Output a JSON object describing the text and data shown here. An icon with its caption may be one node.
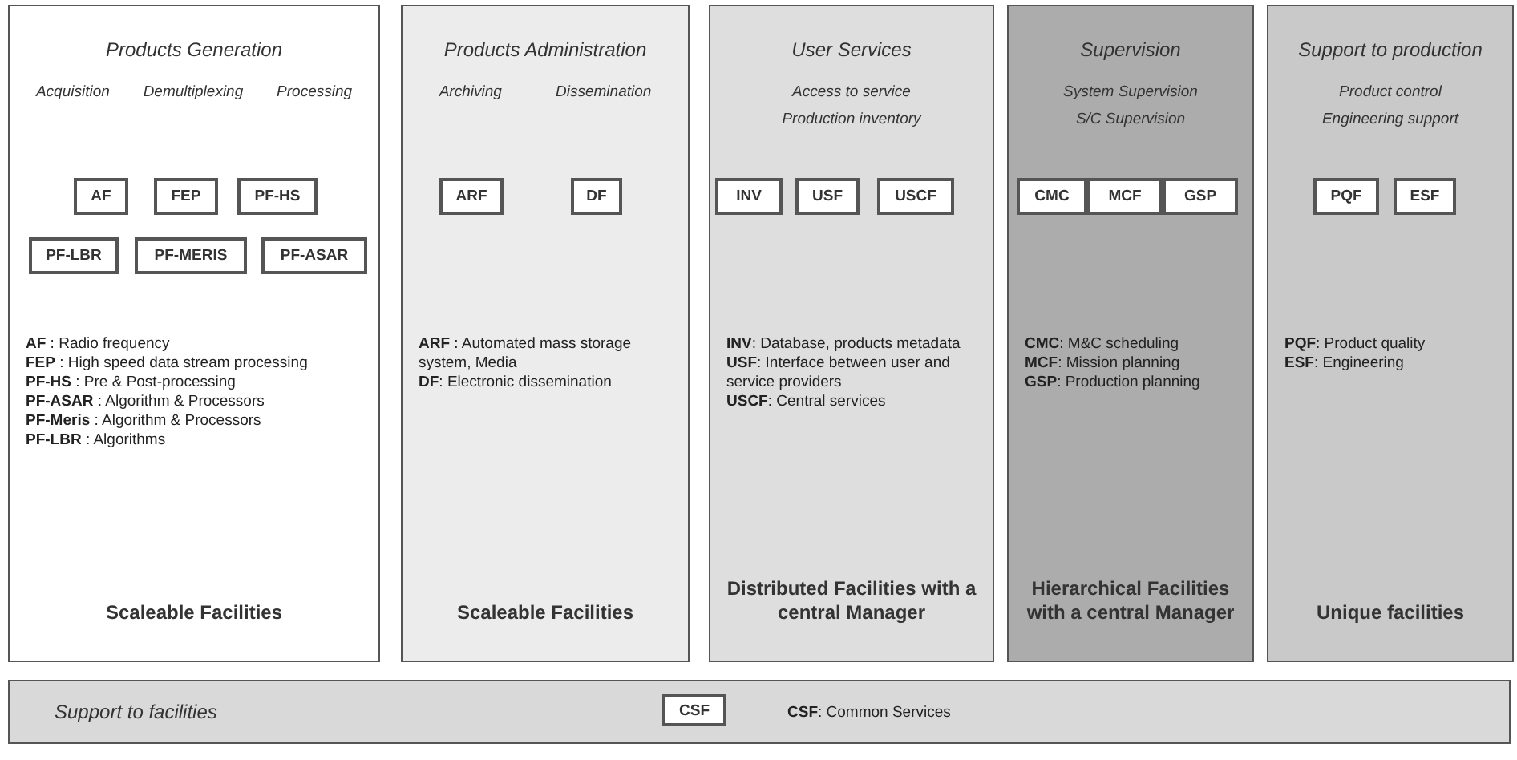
{
  "diagram": {
    "nodes": [
      {
        "text": [
          "Products Generation",
          "Acquisition",
          "Demultiplexing",
          "Processing",
          "**AF** : Radio frequency",
          "**FEP** : High speed data stream processing",
          "**PF-HS** : Pre & Post-processing",
          "**PF-ASAR** : Algorithm & Processors",
          "**PF-Meris** : Algorithm & Processors",
          "**PF-LBR** : Algorithms",
          "Scaleable Facilities"
        ]
      },
      {
        "text": [
          "AF"
        ],
        "in": 0
      },
      {
        "text": [
          "FEP"
        ],
        "in": 0
      },
      {
        "text": [
          "PF-HS"
        ],
        "in": 0
      },
      {
        "text": [
          "PF-LBR"
        ],
        "in": 0
      },
      {
        "text": [
          "PF-MERIS"
        ],
        "in": 0
      },
      {
        "text": [
          "PF-ASAR"
        ],
        "in": 0
      },
      {
        "text": [
          "Products Administration",
          "Archiving",
          "Dissemination",
          "**ARF** : Automated mass storage system, Media",
          "**DF**: Electronic dissemination",
          "Scaleable Facilities"
        ]
      },
      {
        "text": [
          "ARF"
        ],
        "in": 7
      },
      {
        "text": [
          "DF"
        ],
        "in": 7
      },
      {
        "text": [
          "User Services",
          "Access to service",
          "Production inventory",
          "**INV**: Database, products metadata",
          "**USF**: Interface between user and service providers",
          "**USCF**: Central services",
          "Distributed Facilities with a central Manager"
        ]
      },
      {
        "text": [
          "INV"
        ],
        "in": 10
      },
      {
        "text": [
          "USF"
        ],
        "in": 10
      },
      {
        "text": [
          "USCF"
        ],
        "in": 10
      },
      {
        "text": [
          "Supervision",
          "System Supervision",
          "S/C Supervision",
          "**CMC**: M&C scheduling",
          "**MCF**: Mission planning",
          "**GSP**: Production planning",
          "Hierarchical Facilities with a central Manager"
        ]
      },
      {
        "text": [
          "CMC"
        ],
        "in": 14
      },
      {
        "text": [
          "MCF"
        ],
        "in": 14
      },
      {
        "text": [
          "GSP"
        ],
        "in": 14
      },
      {
        "text": [
          "Support to production",
          "Product control",
          "Engineering support",
          "**PQF**: Product quality",
          "**ESF**: Engineering",
          "Unique facilities"
        ]
      },
      {
        "text": [
          "PQF"
        ],
        "in": 18
      },
      {
        "text": [
          "ESF"
        ],
        "in": 18
      },
      {
        "text": [
          "Support to facilities",
          "**CSF**: Common Services"
        ]
      },
      {
        "text": [
          "CSF"
        ],
        "in": 21
      }
    ]
  }
}
